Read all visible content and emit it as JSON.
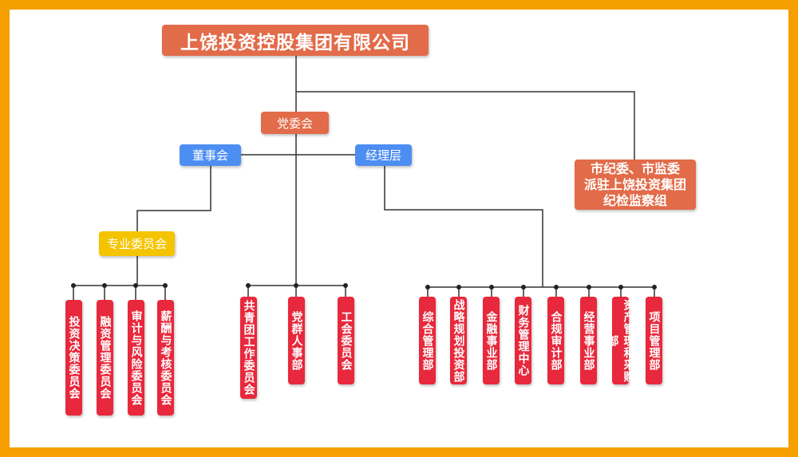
{
  "root": "上饶投资控股集团有限公司",
  "party": "党委会",
  "board": "董事会",
  "management": "经理层",
  "discipline": "市纪委、市监委\n派驻上饶投资集团\n纪检监察组",
  "special_committee": "专业委员会",
  "board_committees": [
    "投资决策委员会",
    "融资管理委员会",
    "审计与风险委员会",
    "薪酬与考核委员会"
  ],
  "party_orgs": [
    "共青团工作委员会",
    "党群人事部",
    "工会委员会"
  ],
  "departments": [
    "综合管理部",
    "战略规划投资部",
    "金融事业部",
    "财务管理中心",
    "合规审计部",
    "经营事业部",
    "资产管理和采购部",
    "项目管理部"
  ],
  "colors": {
    "border": "#f59f00",
    "root": "#e26b49",
    "board": "#4d8ef2",
    "committee": "#f5c400",
    "leaf": "#e8283c"
  }
}
